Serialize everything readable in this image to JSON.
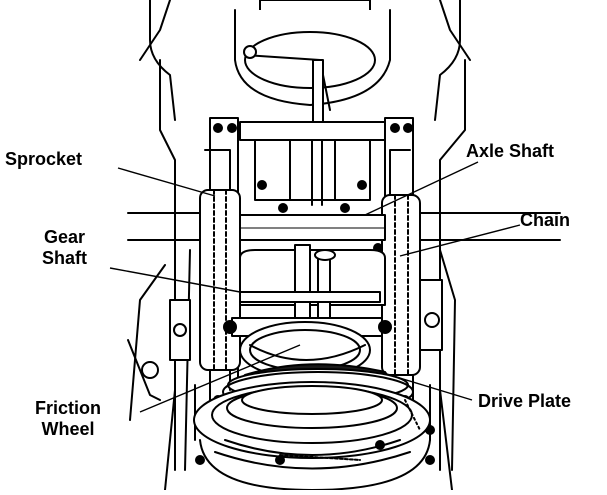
{
  "labels": {
    "sprocket": "Sprocket",
    "axle_shaft": "Axle Shaft",
    "chain": "Chain",
    "gear_shaft_line1": "Gear",
    "gear_shaft_line2": "Shaft",
    "drive_plate": "Drive Plate",
    "friction_wheel_line1": "Friction",
    "friction_wheel_line2": "Wheel"
  },
  "colors": {
    "line": "#000000",
    "fill_light": "#ffffff",
    "fill_dark": "#1a1a1a",
    "fill_gray": "#d8d8d8"
  }
}
